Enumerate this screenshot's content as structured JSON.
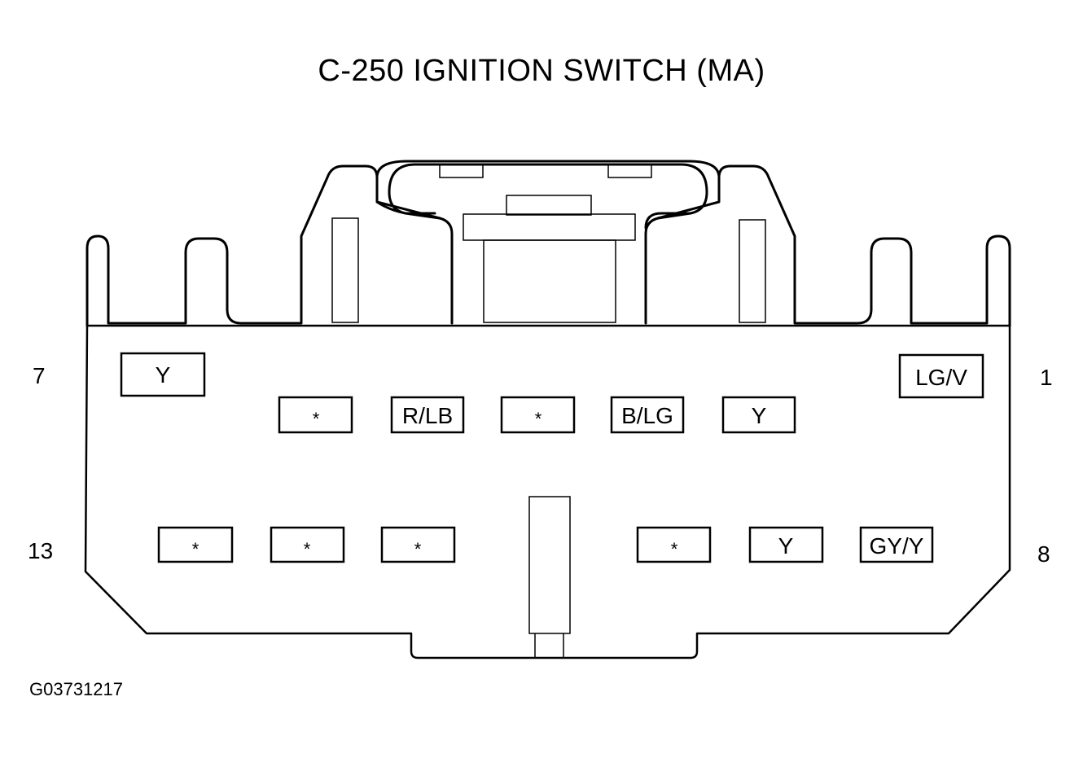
{
  "title": "C-250 IGNITION SWITCH (MA)",
  "figure_id": "G03731217",
  "pin_labels": {
    "top_left": "7",
    "top_right": "1",
    "bottom_left": "13",
    "bottom_right": "8"
  },
  "top_row": [
    "Y",
    "*",
    "R/LB",
    "*",
    "B/LG",
    "Y",
    "LG/V"
  ],
  "bottom_row": [
    "*",
    "*",
    "*",
    "*",
    "Y",
    "GY/Y"
  ]
}
